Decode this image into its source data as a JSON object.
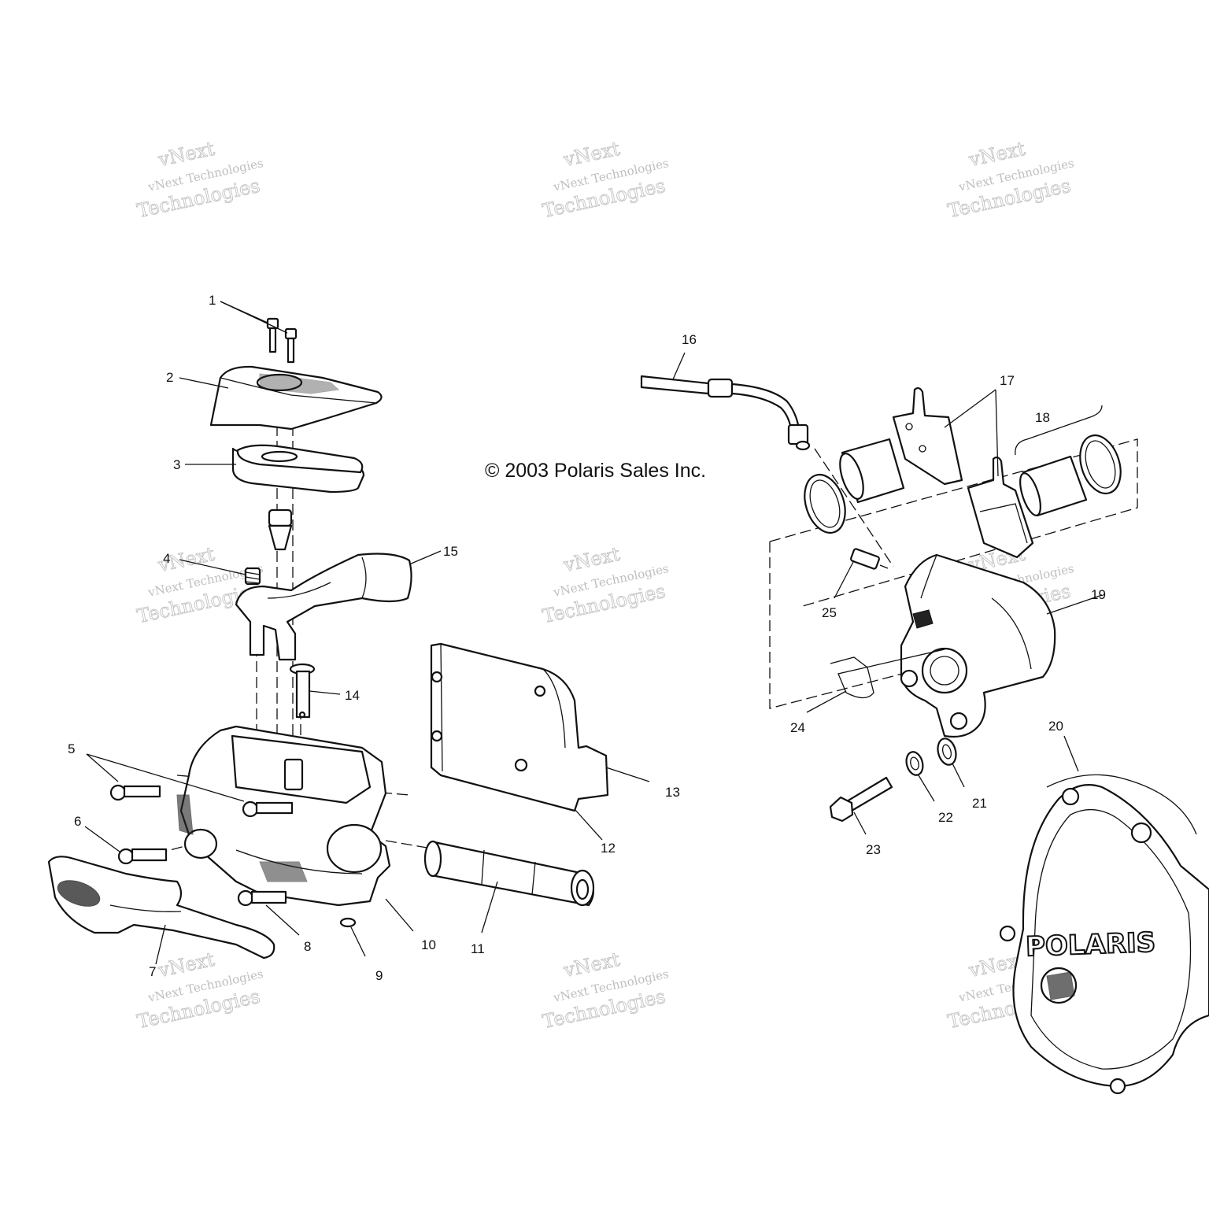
{
  "copyright": "© 2003 Polaris Sales Inc.",
  "watermark": {
    "line1": "vNext",
    "line2": "vNext Technologies",
    "line3": "Technologies"
  },
  "logo": "POLARIS",
  "callouts": [
    "1",
    "2",
    "3",
    "4",
    "5",
    "6",
    "7",
    "8",
    "9",
    "10",
    "11",
    "12",
    "13",
    "14",
    "15",
    "16",
    "17",
    "18",
    "19",
    "20",
    "21",
    "22",
    "23",
    "24",
    "25"
  ]
}
